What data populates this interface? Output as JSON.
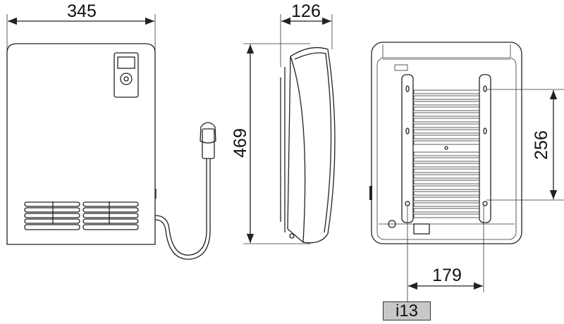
{
  "dimensions": {
    "width": "345",
    "depth": "126",
    "height": "469",
    "vertical_spacing": "256",
    "horizontal_spacing": "179"
  },
  "figure_label": "i13"
}
